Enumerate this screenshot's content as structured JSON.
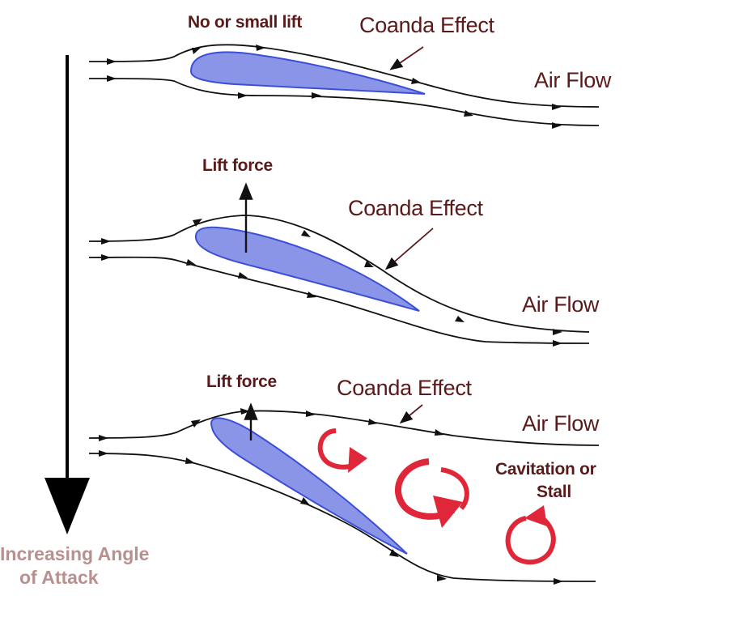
{
  "panels": [
    {
      "top_label": "No or small lift",
      "coanda_label": "Coanda Effect",
      "airflow_label": "Air Flow"
    },
    {
      "top_label": "Lift force",
      "coanda_label": "Coanda Effect",
      "airflow_label": "Air Flow"
    },
    {
      "top_label": "Lift force",
      "coanda_label": "Coanda Effect",
      "airflow_label": "Air Flow",
      "stall_label_line1": "Cavitation or",
      "stall_label_line2": "Stall"
    }
  ],
  "axis_label_line1": "Increasing Angle",
  "axis_label_line2": "of  Attack",
  "colors": {
    "airfoil_fill": "#8a95e8",
    "airfoil_stroke": "#3c4fd6",
    "vortex": "#e0273a",
    "label": "#5a1a1a",
    "axis_label": "#b8908f",
    "flow_line": "#111111"
  }
}
